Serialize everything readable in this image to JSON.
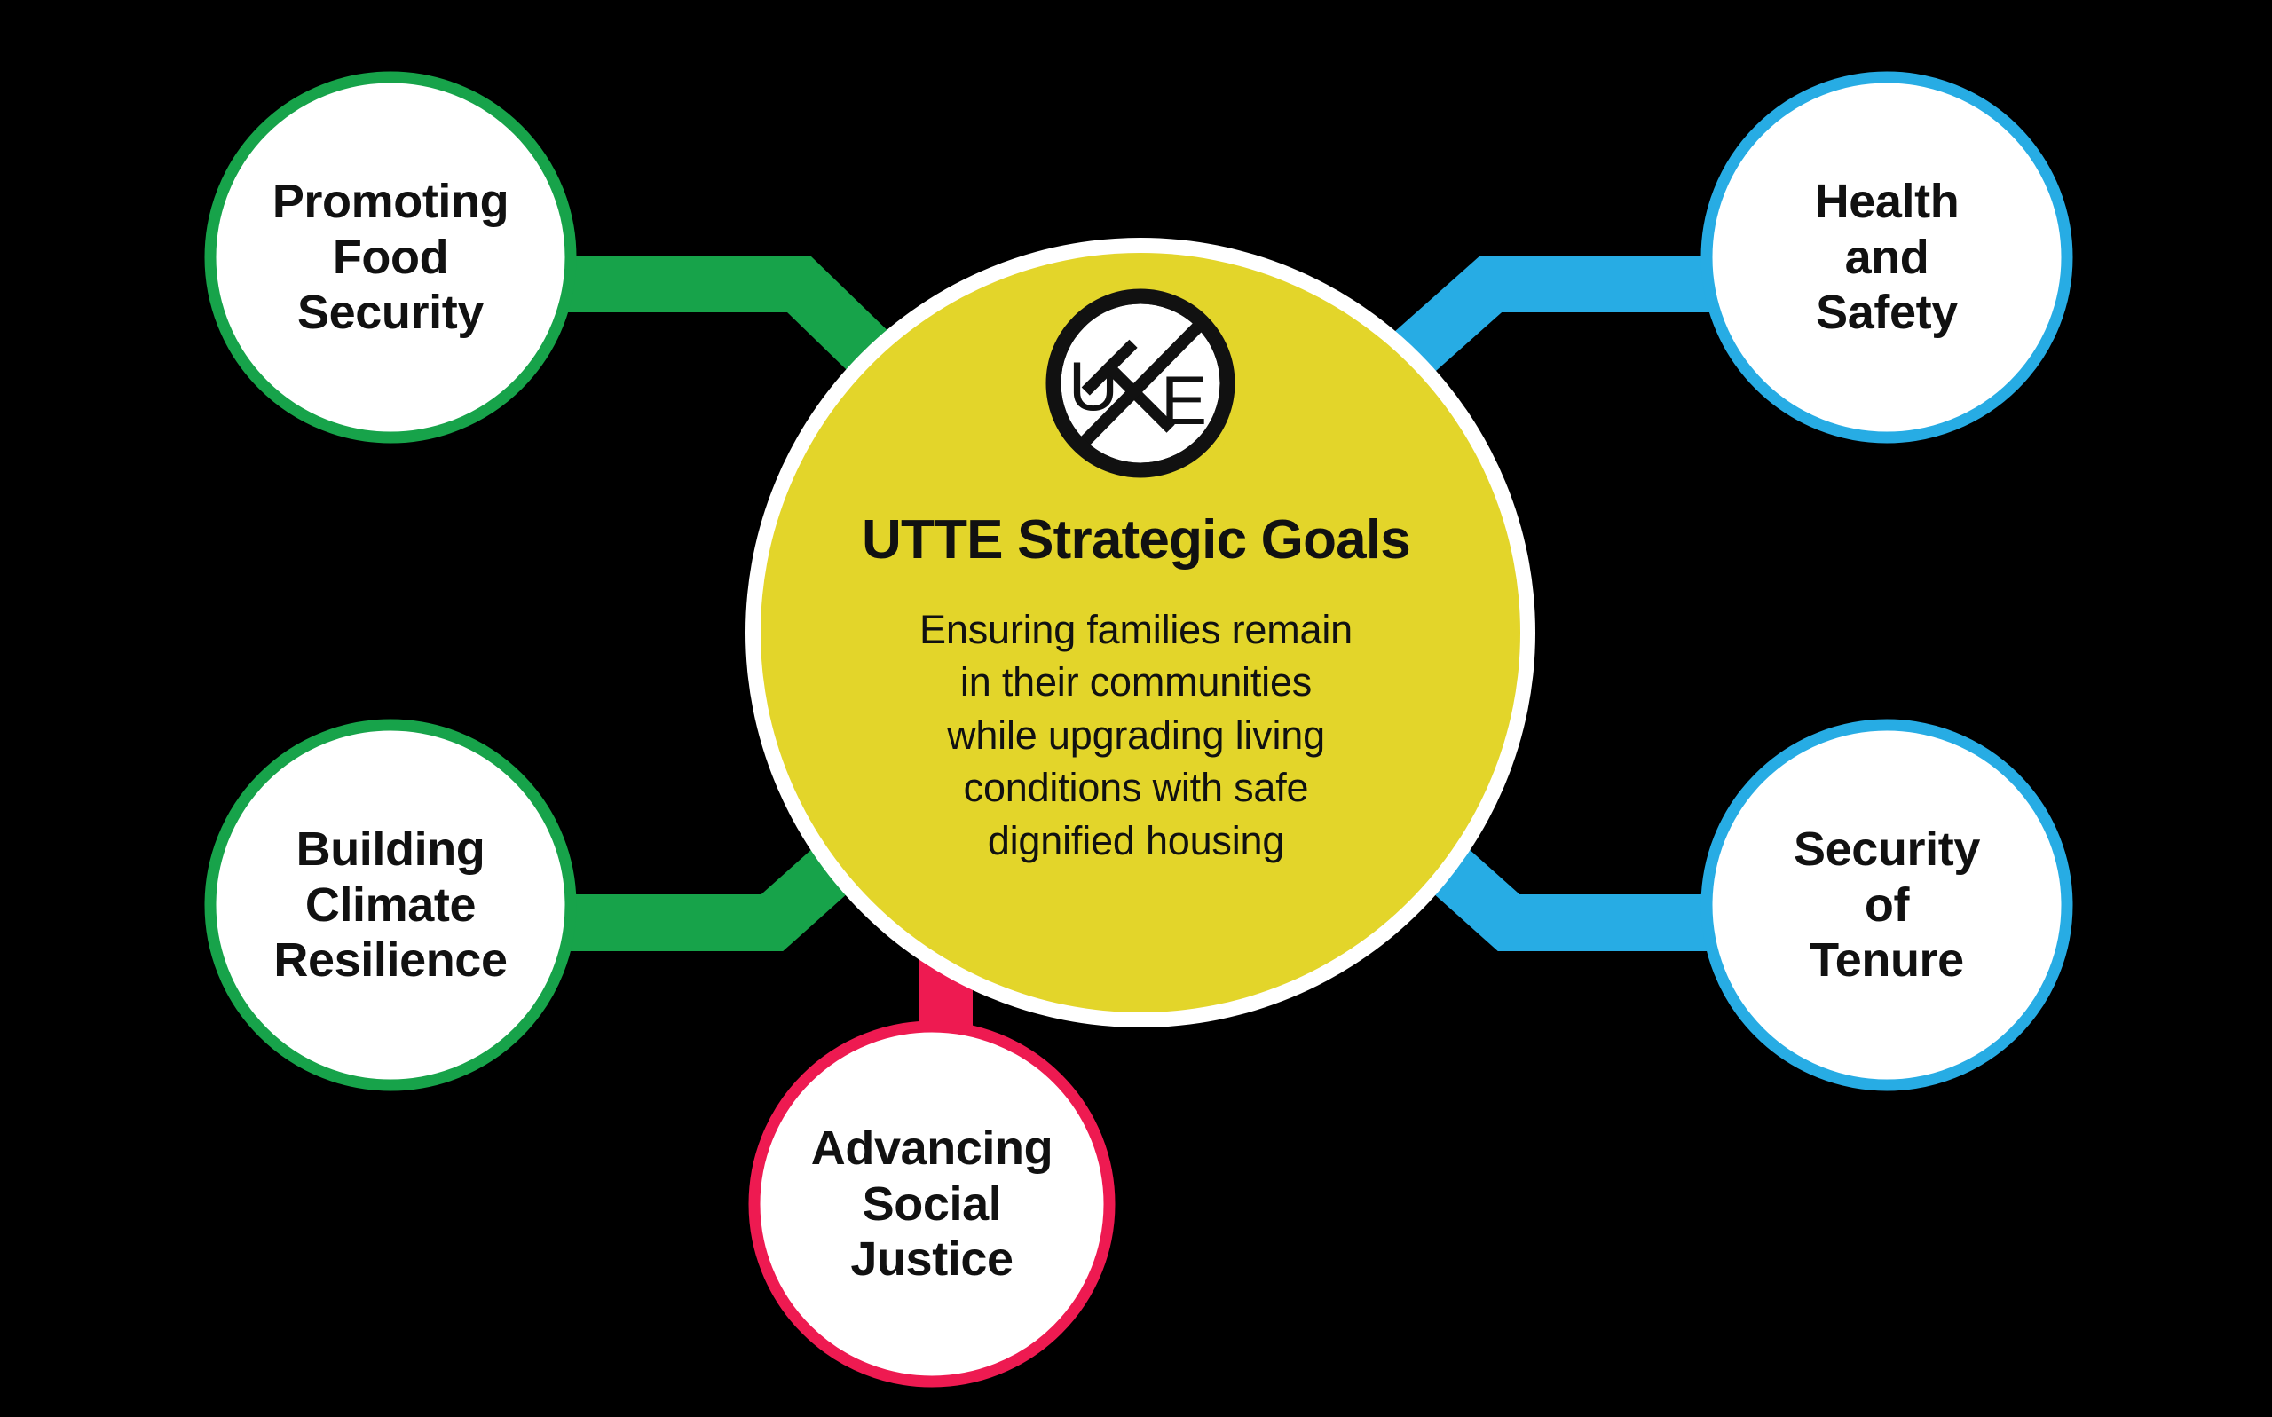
{
  "diagram": {
    "type": "hub-and-spoke",
    "background_color": "#000000",
    "center": {
      "title": "UTTE Strategic Goals",
      "subtitle_lines": [
        "Ensuring families remain",
        "in their communities",
        "while upgrading living",
        "conditions with safe",
        "dignified housing"
      ],
      "fill_color": "#E3D52A",
      "ring_color": "#FFFFFF",
      "logo": {
        "name": "utte-logo",
        "letters": [
          "U",
          "T",
          "E"
        ],
        "circle_color": "#FFFFFF",
        "stroke_color": "#111111"
      }
    },
    "nodes": [
      {
        "id": "promoting-food-security",
        "lines": [
          "Promoting",
          "Food",
          "Security"
        ],
        "color": "#17A34A",
        "position": "top-left"
      },
      {
        "id": "building-climate-resilience",
        "lines": [
          "Building",
          "Climate",
          "Resilience"
        ],
        "color": "#17A34A",
        "position": "bottom-left"
      },
      {
        "id": "advancing-social-justice",
        "lines": [
          "Advancing",
          "Social",
          "Justice"
        ],
        "color": "#EE1A51",
        "position": "bottom-center"
      },
      {
        "id": "health-and-safety",
        "lines": [
          "Health",
          "and",
          "Safety"
        ],
        "color": "#27ACE4",
        "position": "top-right"
      },
      {
        "id": "security-of-tenure",
        "lines": [
          "Security",
          "of",
          "Tenure"
        ],
        "color": "#27ACE4",
        "position": "bottom-right"
      }
    ],
    "connectors": [
      {
        "id": "connector-food-security",
        "color": "#17A34A"
      },
      {
        "id": "connector-climate-resilience",
        "color": "#17A34A"
      },
      {
        "id": "connector-social-justice",
        "color": "#EE1A51"
      },
      {
        "id": "connector-health-safety",
        "color": "#27ACE4"
      },
      {
        "id": "connector-security-tenure",
        "color": "#27ACE4"
      }
    ]
  }
}
